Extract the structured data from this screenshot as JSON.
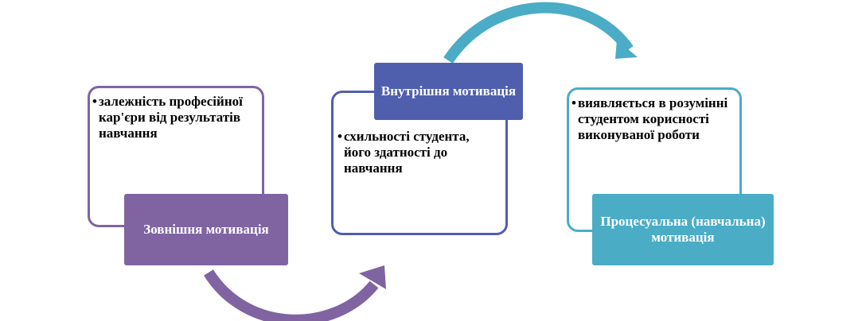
{
  "diagram": {
    "stages": [
      {
        "id": "external",
        "label": "Зовнішня мотивація",
        "description": "залежність професійної кар'єри від результатів навчання",
        "color": "#8064a2"
      },
      {
        "id": "internal",
        "label": "Внутрішня мотивація",
        "description": "схильності студента, його здатності до навчання",
        "color": "#4f5fad"
      },
      {
        "id": "procedural",
        "label": "Процесуальна (навчальна) мотивація",
        "description": "виявляється в розумінні студентом корисності виконуваної роботи",
        "color": "#4bacc6"
      }
    ],
    "arrow_colors": [
      "#8064a2",
      "#4bacc6"
    ]
  }
}
